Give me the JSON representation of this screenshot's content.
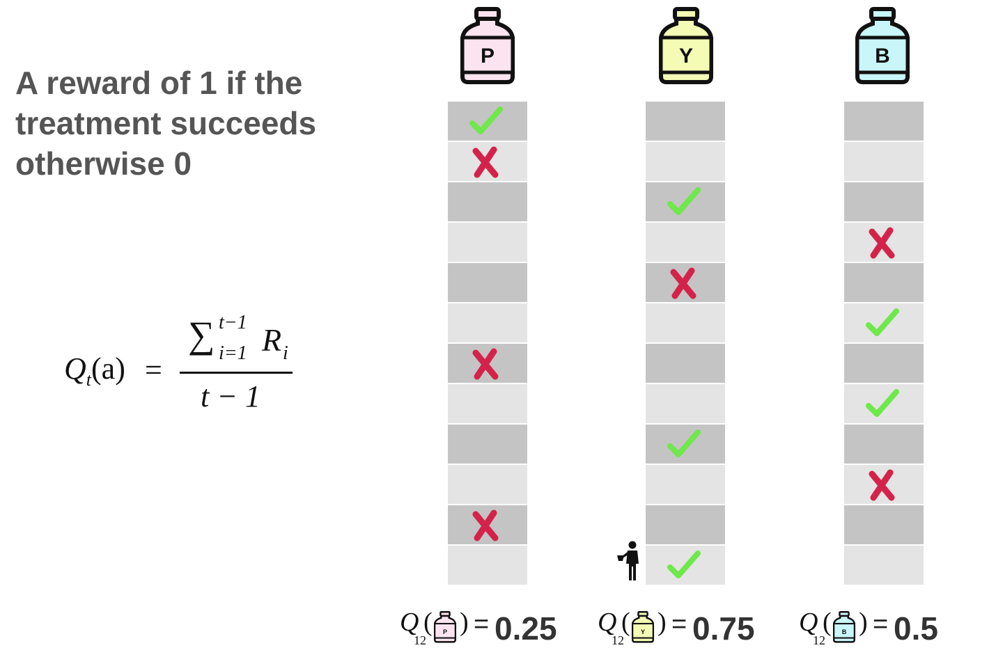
{
  "headline": {
    "lines": [
      "A reward of 1 if the",
      "treatment succeeds",
      "otherwise 0"
    ]
  },
  "formula": {
    "lhs_q": "Q",
    "lhs_sub": "t",
    "lhs_arg": "(a)",
    "equals": "=",
    "sigma": "∑",
    "upper": "t−1",
    "lower": "i=1",
    "R": "R",
    "R_sub": "i",
    "denominator": "t − 1"
  },
  "treatments": [
    {
      "letter": "P",
      "color": "#fbe4ef",
      "marks": [
        "check",
        "cross",
        "",
        "",
        "",
        "",
        "cross",
        "",
        "",
        "",
        "cross",
        ""
      ],
      "q_label": "Q",
      "q_sub": "12",
      "value": "0.25"
    },
    {
      "letter": "Y",
      "color": "#f3fbb4",
      "marks": [
        "",
        "",
        "check",
        "",
        "cross",
        "",
        "",
        "",
        "check",
        "",
        "",
        "check"
      ],
      "q_label": "Q",
      "q_sub": "12",
      "value": "0.75"
    },
    {
      "letter": "B",
      "color": "#c9f6f8",
      "marks": [
        "",
        "",
        "",
        "cross",
        "",
        "check",
        "",
        "check",
        "",
        "cross",
        "",
        ""
      ],
      "q_label": "Q",
      "q_sub": "12",
      "value": "0.5"
    }
  ],
  "icons": {
    "bottle": "medicine-bottle-icon",
    "check": "check-icon",
    "cross": "cross-icon",
    "person": "person-icon"
  },
  "colors": {
    "check": "#6ee84a",
    "cross": "#d4234a",
    "cell_dark": "#c4c4c4",
    "cell_light": "#e4e4e4",
    "headline": "#555555"
  },
  "labels": {
    "open_paren": "(",
    "close_paren": ")",
    "equals": "="
  }
}
